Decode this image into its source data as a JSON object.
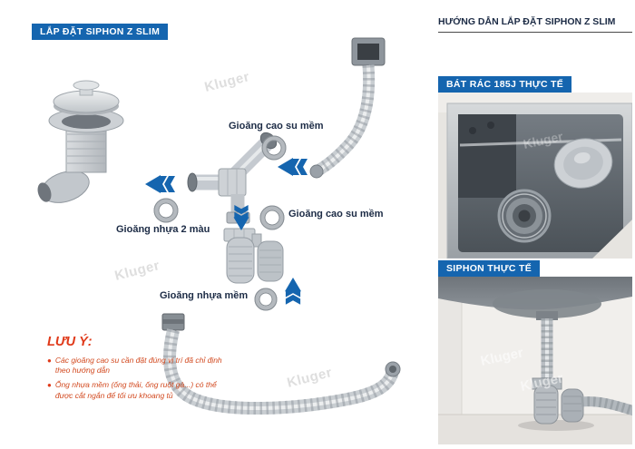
{
  "watermark": "Kluger",
  "colors": {
    "accent_blue": "#1565af",
    "note_red": "#e03a1a",
    "title_navy": "#1c2b45",
    "pipe_grey": "#c9ced2"
  },
  "left_panel": {
    "badge": "LẮP ĐẶT SIPHON Z SLIM",
    "labels": {
      "gasket_rubber_top": "Gioăng cao su mềm",
      "gasket_plastic_two_color": "Gioăng nhựa 2 màu",
      "gasket_rubber_mid": "Gioăng cao su mềm",
      "gasket_plastic_soft": "Gioăng nhựa mềm"
    },
    "note": {
      "title": "LƯU Ý:",
      "items": [
        "Các gioăng cao su cần đặt đúng vị trí đã chỉ định theo hướng dẫn",
        "Ống nhựa mềm (ống thải, ống ruột gà...) có thể được cắt ngắn để tối ưu khoang tủ"
      ]
    },
    "diagram": {
      "arrows": [
        "left",
        "left",
        "down",
        "up"
      ],
      "gasket_ring_count": 4
    }
  },
  "right_panel": {
    "title": "HƯỚNG DẪN LẮP ĐẶT SIPHON Z SLIM",
    "sections": [
      {
        "badge": "BÁT RÁC 185J THỰC TẾ",
        "photo": "sink-with-strainer"
      },
      {
        "badge": "SIPHON THỰC TẾ",
        "photo": "installed-siphon"
      }
    ]
  }
}
